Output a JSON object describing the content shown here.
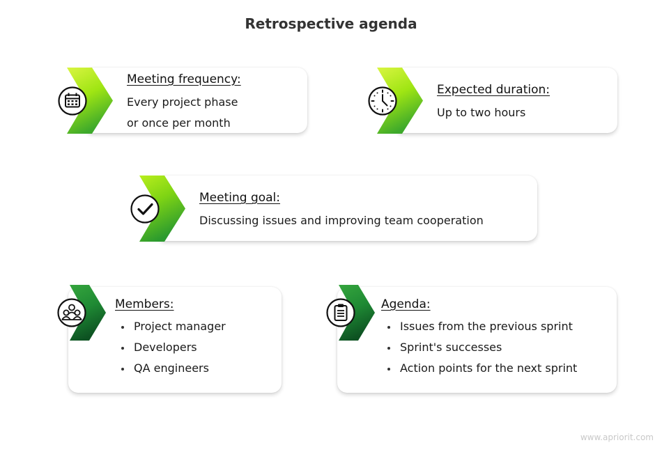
{
  "title": "Retrospective agenda",
  "cards": {
    "frequency": {
      "heading": "Meeting frequency:",
      "lines": [
        "Every project phase",
        "or once per month"
      ],
      "icon": "calendar-icon"
    },
    "duration": {
      "heading": "Expected duration:",
      "lines": [
        "Up to two hours"
      ],
      "icon": "clock-icon"
    },
    "goal": {
      "heading": "Meeting goal:",
      "lines": [
        "Discussing issues and improving team cooperation"
      ],
      "icon": "checkmark-icon"
    },
    "members": {
      "heading": "Members:",
      "items": [
        "Project manager",
        "Developers",
        "QA engineers"
      ],
      "icon": "team-icon"
    },
    "agenda": {
      "heading": "Agenda:",
      "items": [
        "Issues from the previous sprint",
        "Sprint's successes",
        "Action points for the next sprint"
      ],
      "icon": "clipboard-icon"
    }
  },
  "colors": {
    "lime_light": "#d4f23a",
    "lime_mid": "#9ee40f",
    "lime_dark": "#3eaa2c",
    "green_mid": "#2c9c3a",
    "green_dark": "#0f5a24"
  },
  "watermark": "www.apriorit.com"
}
